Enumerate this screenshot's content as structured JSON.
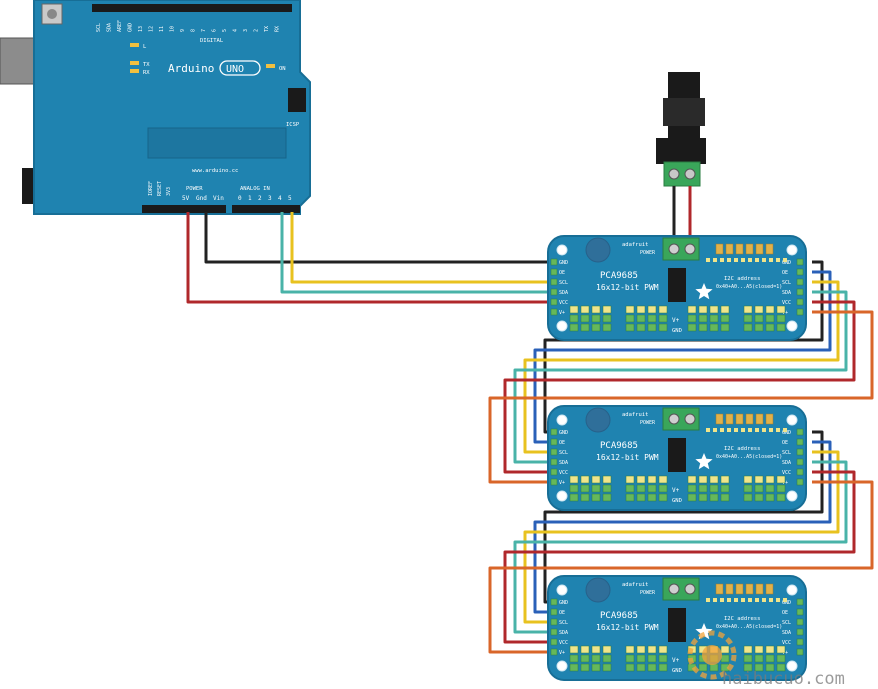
{
  "arduino": {
    "name": "Arduino",
    "model": "UNO",
    "on_label": "ON",
    "l_label": "L",
    "tx_label": "TX",
    "rx_label": "RX",
    "icsp_label": "ICSP",
    "digital_label": "DIGITAL",
    "website": "www.arduino.cc",
    "power_label": "POWER",
    "analog_label": "ANALOG IN",
    "power_pins": [
      "5V",
      "Gnd",
      "Vin"
    ],
    "analog_pins": [
      "0",
      "1",
      "2",
      "3",
      "4",
      "5"
    ],
    "top_pins": [
      "SCL",
      "SDA",
      "AREF",
      "GND",
      "13",
      "12",
      "11",
      "10",
      "9",
      "8",
      "7",
      "6",
      "5",
      "4",
      "3",
      "2",
      "TX",
      "RX"
    ],
    "reset_labels": [
      "IOREF",
      "RESET",
      "3V3"
    ]
  },
  "pwm_boards": [
    {
      "brand": "adafruit",
      "chip": "PCA9685",
      "subtitle": "16x12-bit PWM",
      "power_label": "POWER",
      "address_label": "I2C address",
      "address_sub": "0x40+A0...A5(closed=1)",
      "left_pins": [
        "GND",
        "OE",
        "SCL",
        "SDA",
        "VCC",
        "V+"
      ],
      "right_pins": [
        "GND",
        "OE",
        "SCL",
        "SDA",
        "VCC",
        "V+"
      ],
      "v_plus": "V+",
      "gnd": "GND"
    },
    {
      "brand": "adafruit",
      "chip": "PCA9685",
      "subtitle": "16x12-bit PWM",
      "power_label": "POWER",
      "address_label": "I2C address",
      "address_sub": "0x40+A0...A5(closed=1)",
      "left_pins": [
        "GND",
        "OE",
        "SCL",
        "SDA",
        "VCC",
        "V+"
      ],
      "right_pins": [
        "GND",
        "OE",
        "SCL",
        "SDA",
        "VCC",
        "V+"
      ],
      "v_plus": "V+",
      "gnd": "GND"
    },
    {
      "brand": "adafruit",
      "chip": "PCA9685",
      "subtitle": "16x12-bit PWM",
      "power_label": "POWER",
      "address_label": "I2C address",
      "address_sub": "0x40+A0...A5(closed=1)",
      "left_pins": [
        "GND",
        "OE",
        "SCL",
        "SDA",
        "VCC",
        "V+"
      ],
      "right_pins": [
        "GND",
        "OE",
        "SCL",
        "SDA",
        "VCC",
        "V+"
      ],
      "v_plus": "V+",
      "gnd": "GND"
    }
  ],
  "watermark": {
    "text": "haibucuo.com"
  },
  "colors": {
    "board_blue": "#1f83b0",
    "board_edge": "#176e96",
    "wire_black": "#222222",
    "wire_red": "#b0282b",
    "wire_yellow": "#e8c21f",
    "wire_teal": "#49b3a8",
    "wire_blue": "#2a60b8",
    "wire_orange": "#d9662a",
    "terminal_green": "#3aa65a",
    "pin_green": "#66b85a"
  }
}
